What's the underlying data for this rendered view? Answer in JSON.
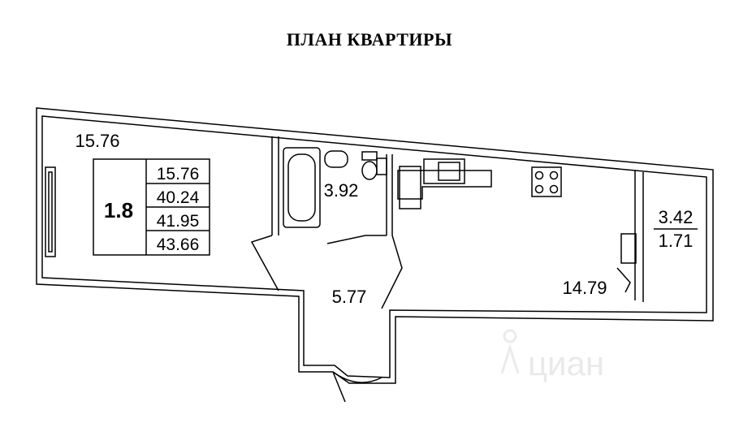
{
  "title": "ПЛАН КВАРТИРЫ",
  "apartment": {
    "code": "1.8",
    "areas": [
      "15.76",
      "40.24",
      "41.95",
      "43.66"
    ]
  },
  "rooms": {
    "living_room_area": "15.76",
    "bathroom_area": "3.92",
    "hall_area": "5.77",
    "kitchen_area": "14.79",
    "balcony_area": "3.42",
    "balcony_reduced_area": "1.71"
  },
  "watermark": "циан"
}
